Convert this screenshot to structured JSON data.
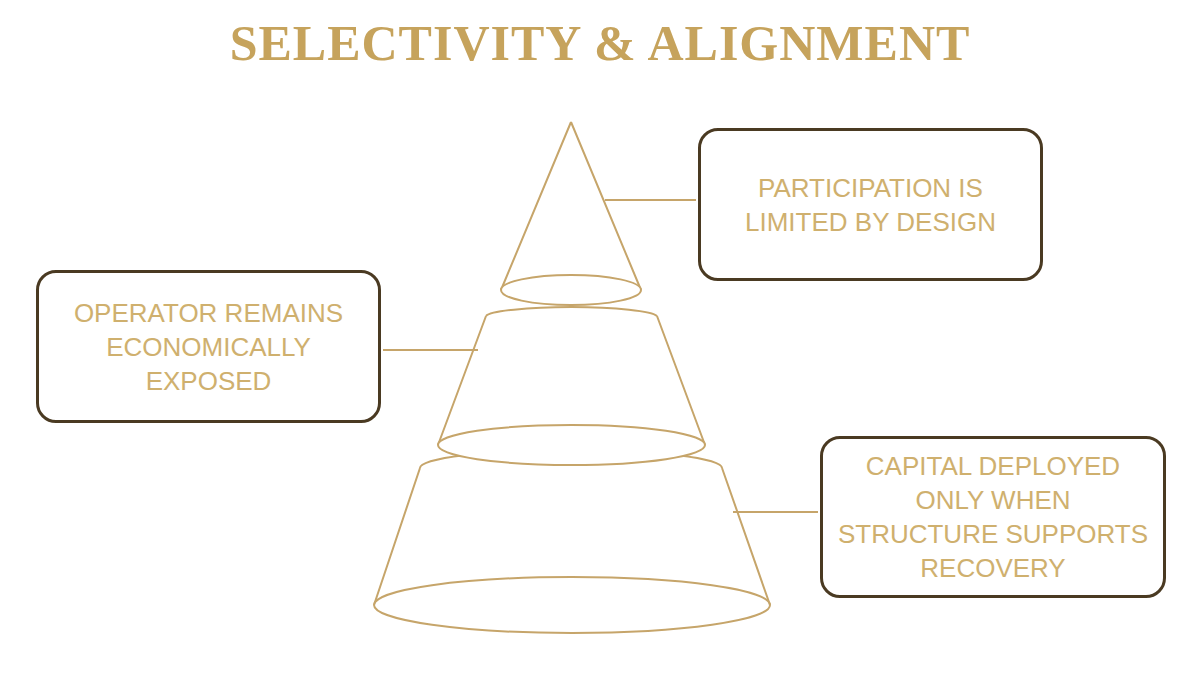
{
  "diagram": {
    "title": "SELECTIVITY & ALIGNMENT",
    "nodes": [
      {
        "text": [
          "PARTICIPATION IS LIMITED BY DESIGN"
        ]
      },
      {
        "text": [
          "OPERATOR REMAINS ECONOMICALLY EXPOSED"
        ]
      },
      {
        "text": [
          "CAPITAL DEPLOYED ONLY WHEN STRUCTURE SUPPORTS RECOVERY"
        ]
      }
    ]
  }
}
